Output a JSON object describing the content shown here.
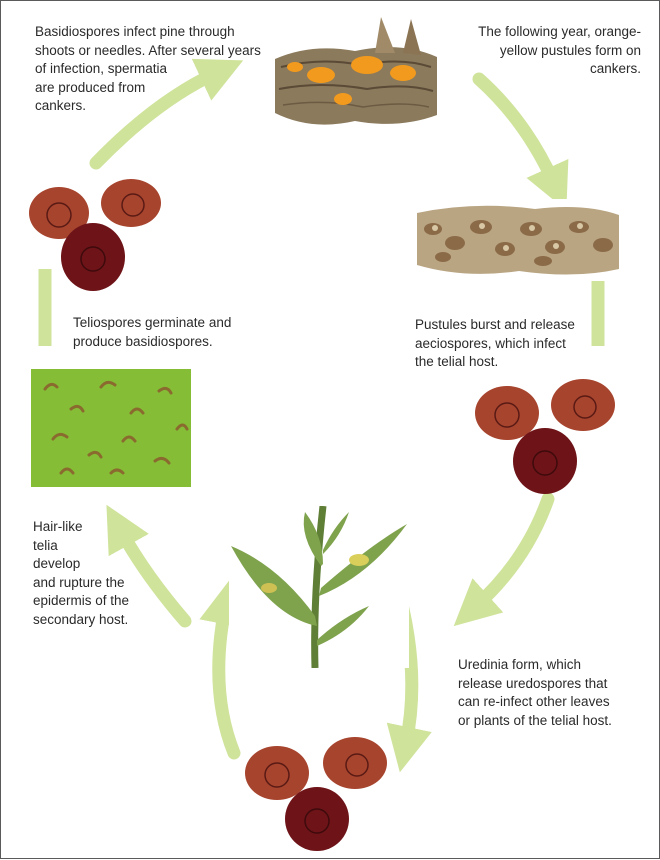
{
  "steps": [
    {
      "text": "Basidiospores infect pine through\nshoots or needles. After several years\nof infection, spermatia\nare produced from\ncankers."
    },
    {
      "text": "The following year, orange-\nyellow pustules form on\ncankers."
    },
    {
      "text": "Pustules burst and release\naeciospores, which infect\nthe telial host."
    },
    {
      "text": "Uredinia form, which\nrelease uredospores that\ncan re-infect other leaves\nor plants of the telial host."
    },
    {
      "text": "Hair-like\ntelia\ndevelop\nand rupture the\nepidermis of the\nsecondary host."
    },
    {
      "text": "Teliospores germinate and\nproduce basidiospores."
    }
  ],
  "colors": {
    "arrow": "#cfe39b",
    "spore_light": "#a7442e",
    "spore_dark": "#6e1418",
    "bark": "#8b7a5c",
    "pustule": "#f29a1d",
    "leaf": "#7fa24d",
    "telia_green": "#8cc43a",
    "border": "#5a5a5a"
  },
  "icons": {
    "canker_photo": "pine-bark-canker-icon",
    "pustule_photo": "bark-pustules-icon",
    "telia_photo": "leaf-telia-icon",
    "host_plant_photo": "host-plant-icon",
    "spores": "spore-cluster-icon",
    "arrow": "cycle-arrow-icon"
  }
}
